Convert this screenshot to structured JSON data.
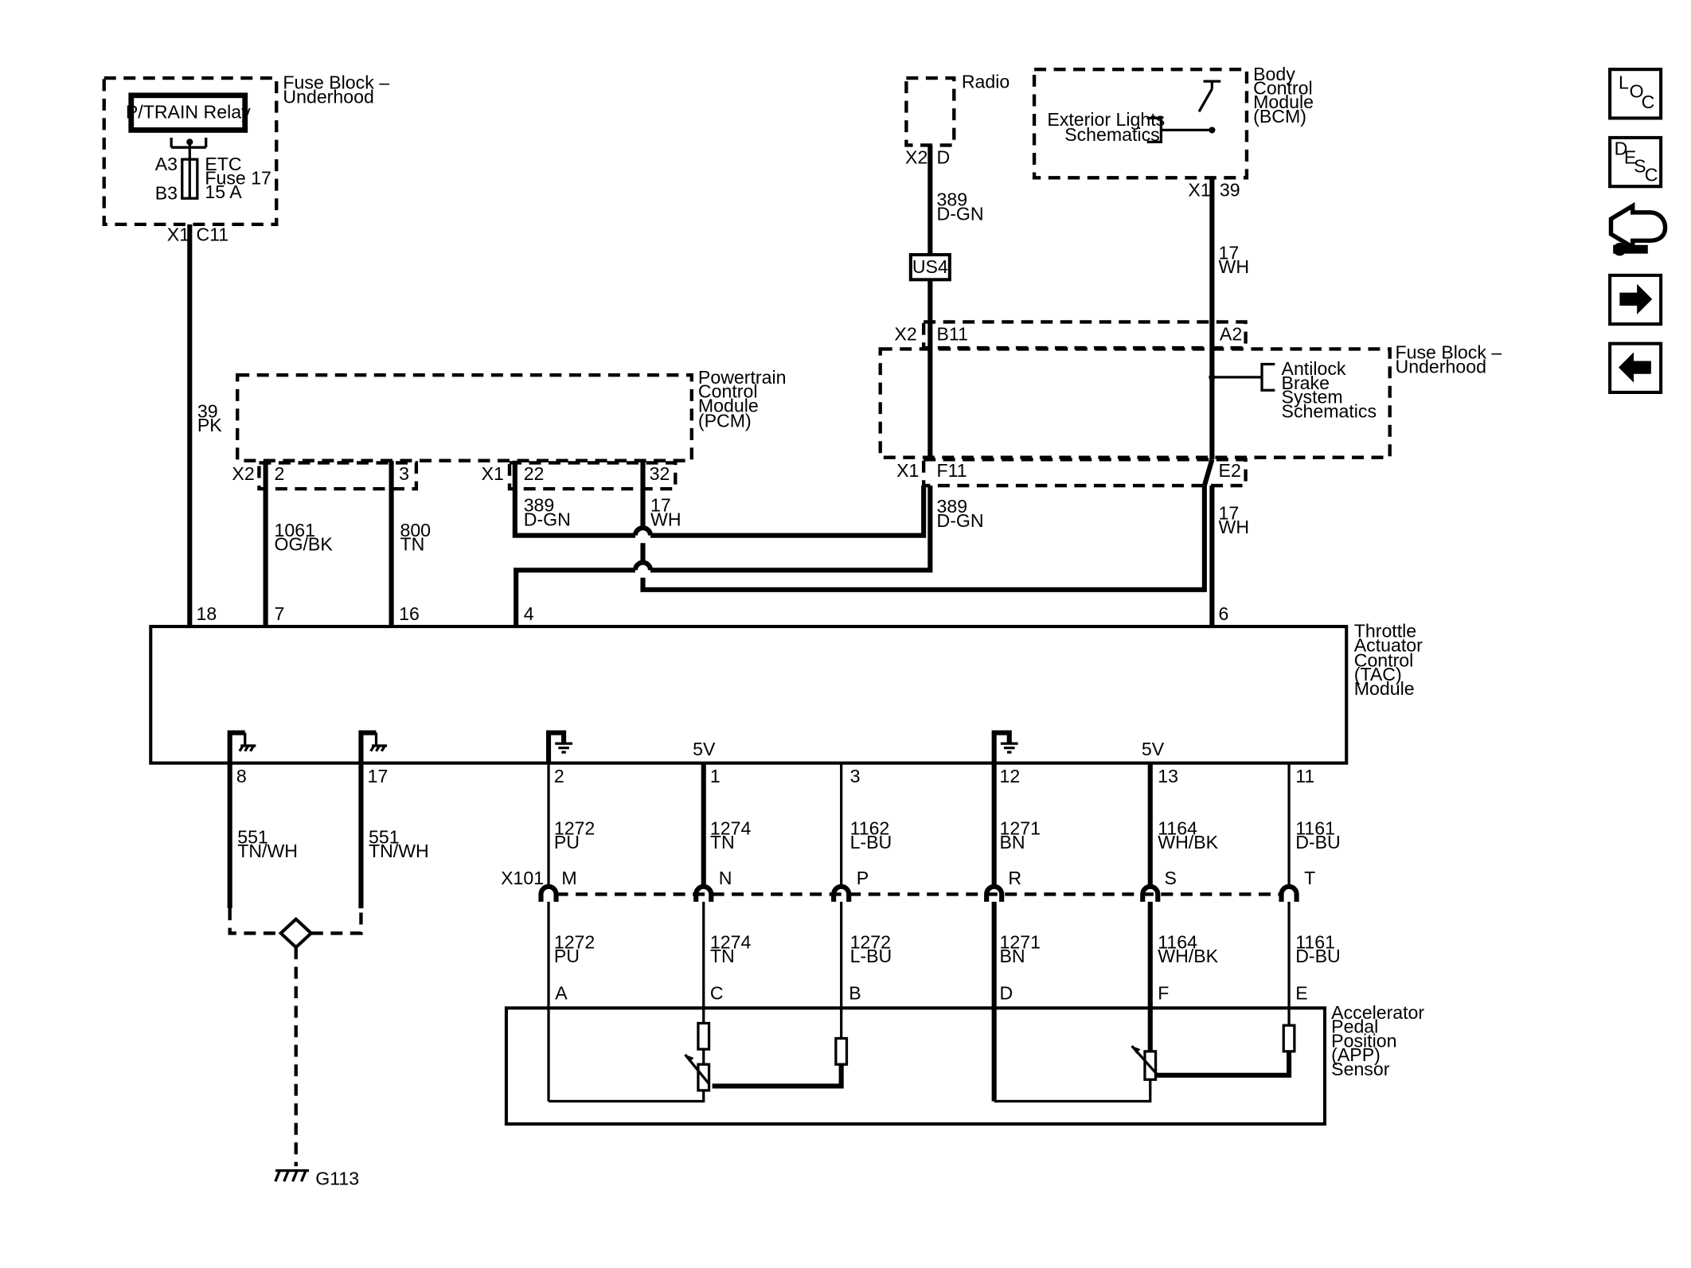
{
  "components": {
    "fuse_block_top": {
      "title_line1": "Fuse Block –",
      "title_line2": "Underhood",
      "relay": "P/TRAIN Relay",
      "pin_a3": "A3",
      "pin_b3": "B3",
      "fuse_line1": "ETC",
      "fuse_line2": "Fuse 17",
      "fuse_line3": "15 A",
      "connector": "X1",
      "pin": "C11"
    },
    "radio": {
      "title": "Radio",
      "connector": "X2",
      "pin": "D"
    },
    "bcm": {
      "title_line1": "Body",
      "title_line2": "Control",
      "title_line3": "Module",
      "title_line4": "(BCM)",
      "ref_line1": "Exterior Lights",
      "ref_line2": "Schematics",
      "connector": "X1",
      "pin": "39"
    },
    "splice": {
      "label": "US4"
    },
    "fuse_block_mid": {
      "title_line1": "Fuse Block –",
      "title_line2": "Underhood",
      "ref_line1": "Antilock",
      "ref_line2": "Brake",
      "ref_line3": "System",
      "ref_line4": "Schematics",
      "top_conn": "X2",
      "top_pin_left": "B11",
      "top_pin_right": "A2",
      "bot_conn": "X1",
      "bot_pin_left": "F11",
      "bot_pin_right": "E2"
    },
    "pcm": {
      "title_line1": "Powertrain",
      "title_line2": "Control",
      "title_line3": "Module",
      "title_line4": "(PCM)",
      "conn_x2": "X2",
      "pin_2": "2",
      "pin_3": "3",
      "conn_x1": "X1",
      "pin_22": "22",
      "pin_32": "32"
    },
    "tac": {
      "title_line1": "Throttle",
      "title_line2": "Actuator",
      "title_line3": "Control",
      "title_line4": "(TAC)",
      "title_line5": "Module",
      "top_pins": [
        "18",
        "7",
        "16",
        "4",
        "6"
      ],
      "bottom_pins": [
        "8",
        "17",
        "2",
        "1",
        "3",
        "12",
        "13",
        "11"
      ],
      "ref_5v_left": "5V",
      "ref_5v_right": "5V"
    },
    "x101": {
      "connector": "X101",
      "pins": [
        "M",
        "N",
        "P",
        "R",
        "S",
        "T"
      ]
    },
    "app": {
      "title_line1": "Accelerator",
      "title_line2": "Pedal",
      "title_line3": "Position",
      "title_line4": "(APP)",
      "title_line5": "Sensor",
      "pins": [
        "A",
        "C",
        "B",
        "D",
        "F",
        "E"
      ]
    },
    "ground": {
      "label": "G113"
    }
  },
  "wires": {
    "w39": {
      "circuit": "39",
      "color": "PK"
    },
    "w1061": {
      "circuit": "1061",
      "color": "OG/BK"
    },
    "w800": {
      "circuit": "800",
      "color": "TN"
    },
    "w389_pcm": {
      "circuit": "389",
      "color": "D-GN"
    },
    "w17_pcm": {
      "circuit": "17",
      "color": "WH"
    },
    "w389_radio": {
      "circuit": "389",
      "color": "D-GN"
    },
    "w389_fb": {
      "circuit": "389",
      "color": "D-GN"
    },
    "w17_bcm": {
      "circuit": "17",
      "color": "WH"
    },
    "w17_fb": {
      "circuit": "17",
      "color": "WH"
    },
    "w551a": {
      "circuit": "551",
      "color": "TN/WH"
    },
    "w551b": {
      "circuit": "551",
      "color": "TN/WH"
    },
    "upper": [
      {
        "circuit": "1272",
        "color": "PU"
      },
      {
        "circuit": "1274",
        "color": "TN"
      },
      {
        "circuit": "1162",
        "color": "L-BU"
      },
      {
        "circuit": "1271",
        "color": "BN"
      },
      {
        "circuit": "1164",
        "color": "WH/BK"
      },
      {
        "circuit": "1161",
        "color": "D-BU"
      }
    ],
    "lower": [
      {
        "circuit": "1272",
        "color": "PU"
      },
      {
        "circuit": "1274",
        "color": "TN"
      },
      {
        "circuit": "1272",
        "color": "L-BU"
      },
      {
        "circuit": "1271",
        "color": "BN"
      },
      {
        "circuit": "1164",
        "color": "WH/BK"
      },
      {
        "circuit": "1161",
        "color": "D-BU"
      }
    ]
  },
  "nav": [
    {
      "icon": "loc-icon",
      "chars": [
        "L",
        "O",
        "C"
      ]
    },
    {
      "icon": "desc-icon",
      "chars": [
        "D",
        "E",
        "S",
        "C"
      ]
    },
    {
      "icon": "car-wrench-icon"
    },
    {
      "icon": "arrow-right-icon"
    },
    {
      "icon": "arrow-left-icon"
    }
  ]
}
